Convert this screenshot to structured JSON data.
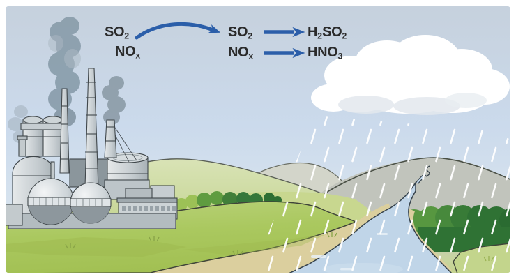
{
  "labels": {
    "emitted": {
      "so2": {
        "base": "SO",
        "sub": "2"
      },
      "nox": {
        "base": "NO",
        "sub": "x"
      }
    },
    "atmosphere": {
      "so2": {
        "base": "SO",
        "sub": "2"
      },
      "nox": {
        "base": "NO",
        "sub": "x"
      }
    },
    "products": {
      "sulfur_acid": {
        "seg1": "H",
        "sub1": "2",
        "seg2": "SO",
        "sub2": "2"
      },
      "nitric_acid": {
        "base": "HNO",
        "sub": "3"
      }
    }
  },
  "colors": {
    "reaction_arrow": "#2b5ea9",
    "label_text": "#2b2b2b",
    "sky_top": "#c6d1dd",
    "sky_horizon": "#e3ecf3",
    "cloud": "#ffffff",
    "smoke": "#8296a4",
    "field_green": "#a9c75f",
    "far_hill_green": "#ccd9a4",
    "big_hill_gray": "#c1c4bc",
    "tree_dark": "#2f7234",
    "tree_mid": "#579740",
    "tree_light": "#97bd52",
    "river": "#c0d5e8",
    "sand": "#dbcf9e",
    "factory_gray": "#c9d0d4",
    "rain": "#ffffff"
  }
}
